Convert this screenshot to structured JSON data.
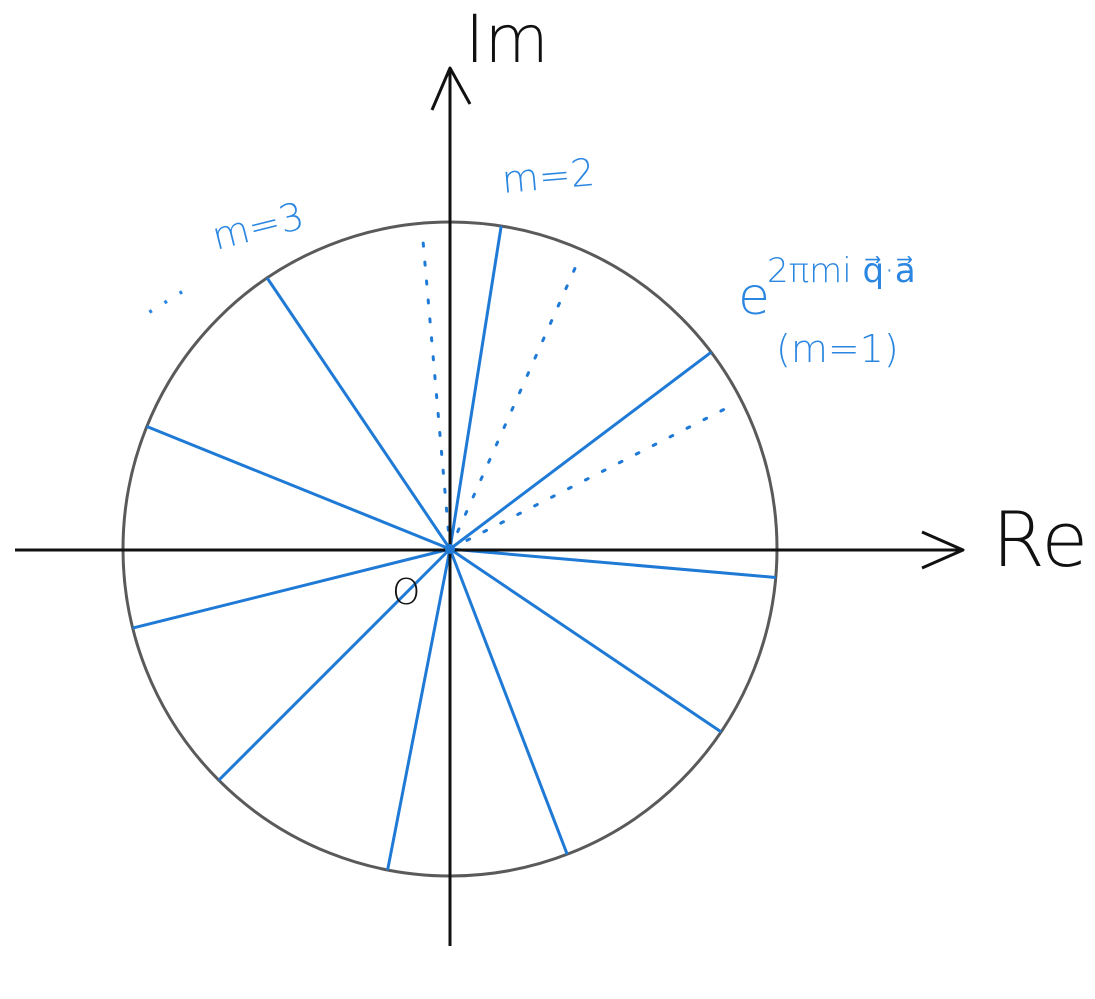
{
  "colors": {
    "axis": "#111111",
    "circle": "#5a5a5a",
    "phasor": "#1f7ad6",
    "annotation": "#2a86e0"
  },
  "axes": {
    "x_label": "Re",
    "y_label": "Im",
    "origin_label": "O"
  },
  "annotations": {
    "m2": "m=2",
    "m3": "m=3",
    "ellipsis": "· · ·",
    "exponential_base": "e",
    "exponent": "2πmi q⃗·a⃗",
    "m1": "(m=1)"
  },
  "diagram": {
    "unit_circle": true,
    "solid_ray_angles_deg": [
      37,
      81,
      124,
      158,
      194,
      225,
      259,
      291,
      326,
      355
    ],
    "dotted_ray_angles_deg": [
      27,
      66,
      95
    ]
  }
}
